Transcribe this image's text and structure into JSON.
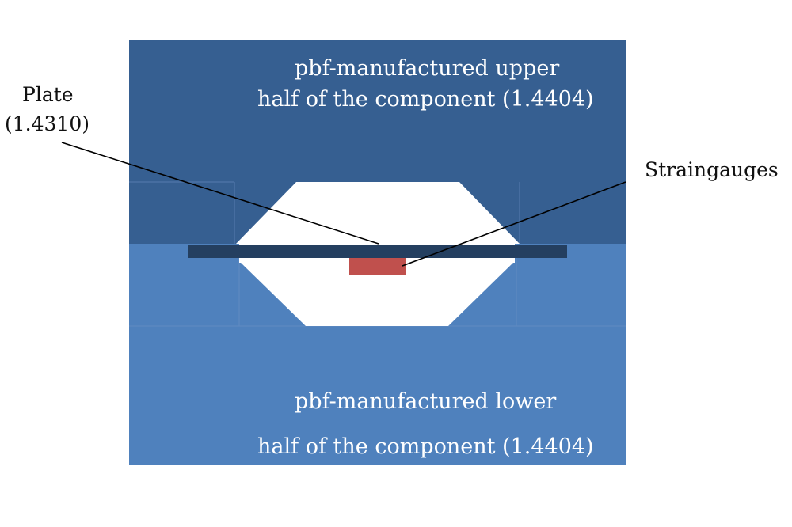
{
  "labels": {
    "upper_line1": "pbf-manufactured upper",
    "upper_line2": "half of the component (1.4404)",
    "lower_line1": "pbf-manufactured lower",
    "lower_line2": "half of the component (1.4404)",
    "plate_line1": "Plate",
    "plate_line2": "(1.4310)",
    "straingauges": "Straingauges"
  },
  "colors": {
    "upper_half": "#365f91",
    "lower_half": "#4f81bd",
    "plate": "#243f60",
    "strain_gauge": "#c0504d",
    "cavity": "#ffffff",
    "leader_line": "#000000"
  }
}
